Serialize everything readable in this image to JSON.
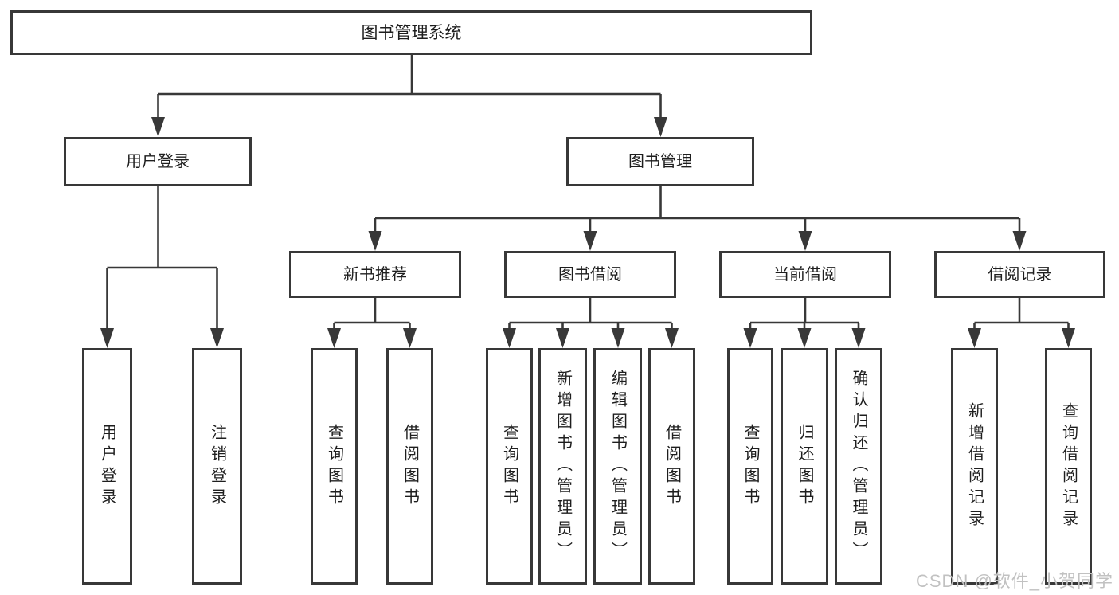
{
  "tree": {
    "root": {
      "label": "图书管理系统"
    },
    "user_login": {
      "label": "用户登录",
      "children": [
        {
          "label": "用户登录"
        },
        {
          "label": "注销登录"
        }
      ]
    },
    "book_mgmt": {
      "label": "图书管理",
      "children": [
        {
          "label": "新书推荐",
          "children": [
            {
              "label": "查询图书"
            },
            {
              "label": "借阅图书"
            }
          ]
        },
        {
          "label": "图书借阅",
          "children": [
            {
              "label": "查询图书"
            },
            {
              "label": "新增图书（管理员）"
            },
            {
              "label": "编辑图书（管理员）"
            },
            {
              "label": "借阅图书"
            }
          ]
        },
        {
          "label": "当前借阅",
          "children": [
            {
              "label": "查询图书"
            },
            {
              "label": "归还图书"
            },
            {
              "label": "确认归还（管理员）"
            }
          ]
        },
        {
          "label": "借阅记录",
          "children": [
            {
              "label": "新增借阅记录"
            },
            {
              "label": "查询借阅记录"
            }
          ]
        }
      ]
    }
  },
  "watermark": "CSDN @软件_小贺同学",
  "colors": {
    "line": "#383838",
    "box_border": "#383838",
    "text": "#1e1e1e",
    "watermark": "#c1c1c1",
    "background": "#ffffff"
  }
}
